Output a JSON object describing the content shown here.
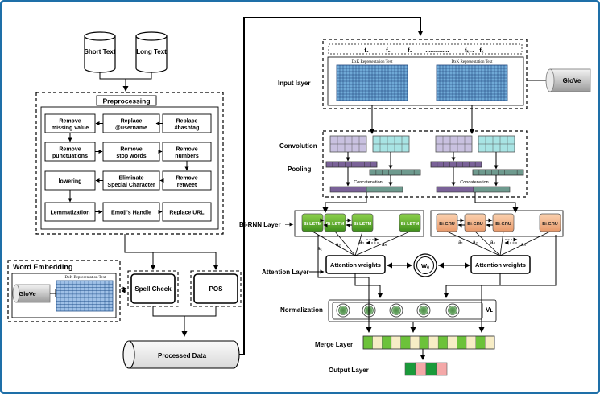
{
  "inputs": {
    "short_text": "Short Text",
    "long_text": "Long Text"
  },
  "preprocessing": {
    "title": "Preprocessing",
    "rows": [
      [
        "Remove\nmissing value",
        "Replace\n@username",
        "Replace\n#hashtag"
      ],
      [
        "Remove\npunctuations",
        "Remove\nstop words",
        "Remove\nnumbers"
      ],
      [
        "lowering",
        "Eliminate\nSpecial Character",
        "Remove\nretweet"
      ],
      [
        "Lemmatization",
        "Emoji's Handle",
        "Replace URL"
      ]
    ]
  },
  "embedding": {
    "title": "Word Embedding",
    "glove": "GloVe",
    "matrix_label": "DxK Representation Text"
  },
  "spell_check": "Spell Check",
  "pos": "POS",
  "processed": "Processed Data",
  "input_layer": {
    "label": "Input layer",
    "features": [
      "f₁",
      "f₂",
      "f₃",
      "...............",
      "fₖ₋₁",
      "fₖ"
    ],
    "matrix_label": "DxK Representation Text",
    "glove": "GloVe"
  },
  "labels": {
    "convolution": "Convolution",
    "pooling": "Pooling",
    "concatenation": "Concatenation",
    "birnn": "Bi-RNN Layer",
    "attention": "Attention Layer",
    "normalization": "Normalization",
    "merge": "Merge Layer",
    "output": "Output Layer"
  },
  "rnn": {
    "lstm_label": "Bi-LSTM",
    "gru_label": "Bi-GRU",
    "left_alphas": [
      "a₁",
      "a₂",
      "a₃",
      "aₙ"
    ],
    "right_alphas": [
      "a₁",
      "a₂",
      "a₃",
      "aₙ"
    ]
  },
  "attention": {
    "weights": "Attention weights",
    "wa": "Wₐ"
  },
  "norm_label": "Vʟ",
  "colors": {
    "conv_purple": "#c9c1e0",
    "conv_cyan": "#a8e4e4",
    "pool_purple": "#7a6298",
    "pool_teal": "#6e9a8e",
    "lstm_green": "#5aa52a",
    "gru_orange": "#f2b488",
    "merge_green": "#6cc23a",
    "merge_cream": "#f7edc6",
    "out_green": "#1a9a3a",
    "out_pink": "#f4a8a8"
  }
}
